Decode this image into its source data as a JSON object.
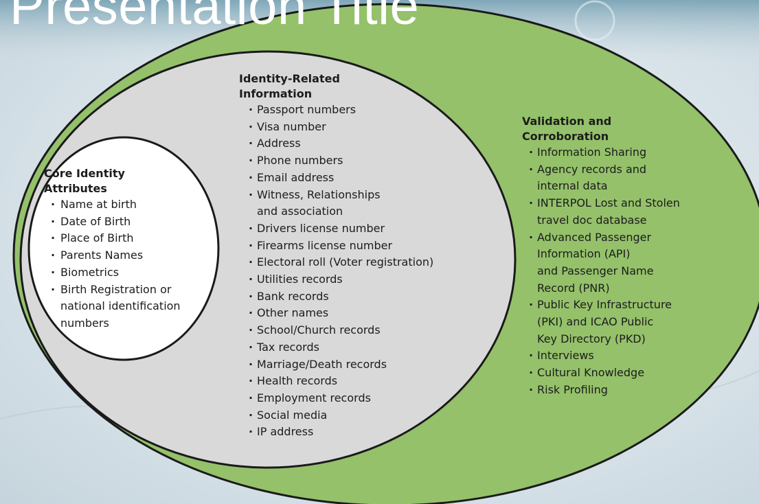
{
  "slide": {
    "title": "Presentation Title"
  },
  "colors": {
    "outer_ellipse": "#94c16a",
    "middle_ellipse": "#d9d9d9",
    "inner_circle": "#ffffff",
    "stroke": "#1a1a1a",
    "background": "#dfe7ec"
  },
  "core": {
    "title_line1": "Core Identity",
    "title_line2": "Attributes",
    "items": [
      "Name at birth",
      "Date of Birth",
      "Place of Birth",
      "Parents Names",
      "Biometrics",
      "Birth Registration or",
      "national identification",
      "numbers"
    ]
  },
  "identity": {
    "title_line1": "Identity-Related",
    "title_line2": "Information",
    "items": [
      "Passport numbers",
      "Visa number",
      "Address",
      "Phone numbers",
      "Email address",
      "Witness, Relationships",
      "and association",
      "Drivers license number",
      "Firearms license number",
      "Electoral roll (Voter registration)",
      "Utilities records",
      "Bank records",
      "Other names",
      "School/Church records",
      "Tax records",
      "Marriage/Death records",
      "Health records",
      "Employment records",
      "Social media",
      "IP address"
    ]
  },
  "validation": {
    "title_line1": "Validation and",
    "title_line2": "Corroboration",
    "items": [
      "Information Sharing",
      "Agency records and",
      "internal data",
      "INTERPOL Lost and Stolen",
      "travel doc database",
      "Advanced Passenger",
      "Information (API)",
      "and Passenger Name",
      "Record (PNR)",
      "Public Key Infrastructure",
      "(PKI) and ICAO Public",
      "Key Directory (PKD)",
      "Interviews",
      "Cultural Knowledge",
      "Risk Profiling"
    ]
  }
}
